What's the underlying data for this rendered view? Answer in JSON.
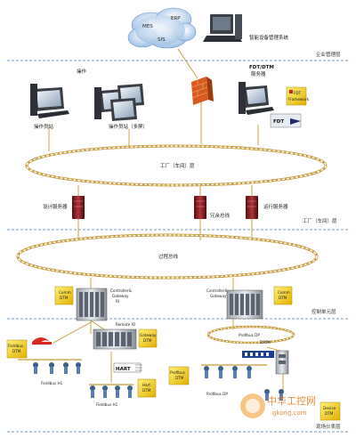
{
  "layers": {
    "enterprise": "企业管理层",
    "plant": "工厂（车间）层",
    "control": "控制单元层",
    "field": "现场仪表层"
  },
  "cloud": {
    "mes": "MES",
    "erp": "ERP",
    "sis": "SIS"
  },
  "asset_mgmt": "智能设备管理系统",
  "operation": "操作",
  "operator_station": "操作员站",
  "operator_station_multi": "操作员站（多屏）",
  "fdt_server": {
    "line1": "FDT/DTM",
    "line2": "服务器"
  },
  "fdt_framework": {
    "line1": "FDT",
    "line2": "Framework"
  },
  "fdt_logo": "FDT",
  "plant_bus": "工厂（车间）层",
  "design_server": "设计服务器",
  "redundant_bus": "冗余总线",
  "run_server": "运行服务器",
  "process_bus": "过程总线",
  "comm_dtm": {
    "line1": "Comm",
    "line2": "DTM"
  },
  "ctrl_gateway_r": {
    "line1": "Controller&",
    "line2": "Gateway",
    "line3": "RI"
  },
  "ctrl_gateway": {
    "line1": "Controller&",
    "line2": "Gateway"
  },
  "remote_io": "Remote IO",
  "gateway_dtm": {
    "line1": "Gateway",
    "line2": "DTM"
  },
  "profibus_dp_top": "Profibus DP",
  "fieldbus_dtm": {
    "line1": "Fieldbus",
    "line2": "DTM"
  },
  "fieldbus_h1_left": "Fieldbus H1",
  "hart_logo": "HART",
  "hart_dtm": {
    "line1": "Hart",
    "line2": "DTM"
  },
  "fieldbus_h1_bottom": "Fieldbus H1",
  "profibus_dtm": {
    "line1": "Profibus",
    "line2": "DTM"
  },
  "profibus_dp_bottom": "Profibus DP",
  "dp_pa": "DP/PA",
  "device_dtm": {
    "line1": "Device",
    "line2": "DTM"
  },
  "watermark": {
    "cn": "中华工控网",
    "url": "gkong.com"
  }
}
